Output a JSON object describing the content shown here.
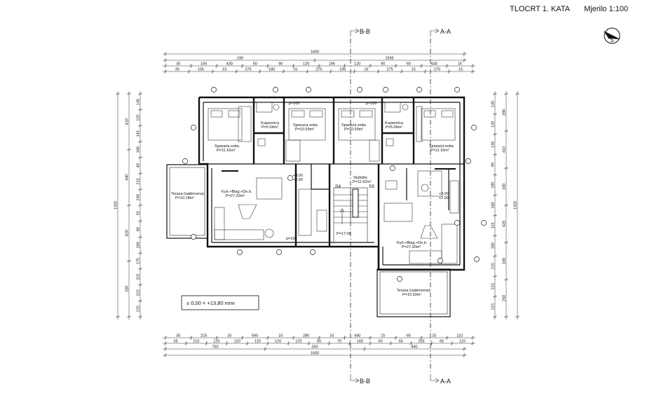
{
  "header": {
    "title": "TLOCRT 1. KATA",
    "scale": "Mjerilo 1:100"
  },
  "sections": {
    "bb_top": "B-B",
    "aa_top": "A-A",
    "bb_bottom": "B-B",
    "aa_bottom": "A-A"
  },
  "level_box": "± 0,00 = +13,80 mnv",
  "rooms": {
    "bed1": {
      "name": "Spavaća soba",
      "area": "P=11.16m²"
    },
    "bath1": {
      "name": "Kupaonica",
      "area": "P=5.04m²"
    },
    "bed2": {
      "name": "Spavaća soba",
      "area": "P=10.59m²"
    },
    "bed3": {
      "name": "Spavaća soba",
      "area": "P=10.59m²"
    },
    "bath2": {
      "name": "Kupaonica",
      "area": "P=5.04m²"
    },
    "bed4": {
      "name": "Spavaća soba",
      "area": "P=11.16m²"
    },
    "kitchen1": {
      "name": "Kuh.+Blag.+Dn.b.",
      "area": "P=27.33m²"
    },
    "stair": {
      "name": "Stubište",
      "area": "P=11.62m²"
    },
    "kitchen2": {
      "name": "Kuh.+Blag.+Dn.b.",
      "area": "P=27.30m²"
    },
    "terrace1": {
      "name": "Terasa (natkrivena)",
      "area": "P=10.18m²"
    },
    "terrace2": {
      "name": "Terasa (natkrivena)",
      "area": "P=10.33m²"
    },
    "landing": {
      "name": "",
      "area": "P=17.08"
    }
  },
  "labels": {
    "s4": "S4",
    "s5": "S5",
    "lvl1": "+3.00",
    "lvl1b": "+2.90",
    "lvl2": "+3.00",
    "lvl2b": "+2.90",
    "p100a": "p=100",
    "p100b": "p=100",
    "p100c": "p=100"
  },
  "top_dims": {
    "total": "1600",
    "row2": [
      "190",
      "1595"
    ],
    "row3": [
      "35",
      "155",
      "430",
      "60",
      "90",
      "120",
      "195",
      "120",
      "90",
      "60",
      "430",
      "15"
    ],
    "row4": [
      "35",
      "155",
      "15",
      "275",
      "180",
      "15",
      "275",
      "195",
      "15",
      "275",
      "15",
      "275",
      "15"
    ]
  },
  "bottom_dims": {
    "row1": [
      "35",
      "215",
      "15",
      "560",
      "15",
      "280",
      "15",
      "440",
      "15",
      "65",
      "15",
      "110"
    ],
    "row2": [
      "35",
      "215",
      "125",
      "120",
      "120",
      "120",
      "125",
      "60",
      "70",
      "165",
      "60",
      "65",
      "255",
      "65",
      "110"
    ],
    "row3": [
      "750",
      "260",
      "440"
    ],
    "total": "1600"
  },
  "left_dims": {
    "outer": [
      "1320"
    ],
    "mid": [
      "410",
      "440",
      "420",
      "250"
    ],
    "inner": [
      "145",
      "120",
      "145",
      "340",
      "40",
      "215",
      "240",
      "55",
      "60",
      "160",
      "175",
      "215",
      "215",
      "215"
    ]
  },
  "right_dims": {
    "outer": [
      "1320"
    ],
    "mid": [
      "280",
      "410",
      "180",
      "420",
      "180",
      "250"
    ],
    "inner": [
      "145",
      "120",
      "145",
      "90",
      "180",
      "160",
      "115",
      "180",
      "215",
      "215",
      "215"
    ]
  }
}
